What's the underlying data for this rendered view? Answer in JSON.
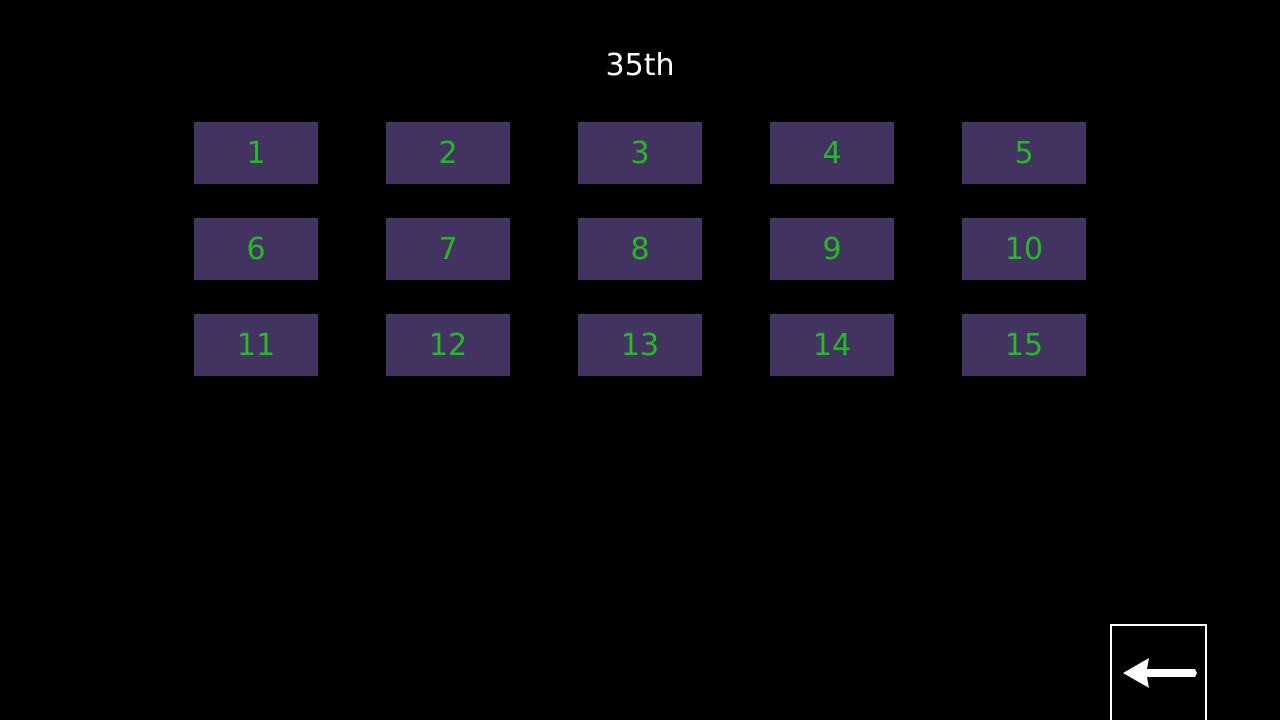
{
  "title": "35th",
  "levels": [
    "1",
    "2",
    "3",
    "4",
    "5",
    "6",
    "7",
    "8",
    "9",
    "10",
    "11",
    "12",
    "13",
    "14",
    "15"
  ],
  "back_button": {
    "icon": "left-arrow-icon"
  },
  "colors": {
    "background": "#000000",
    "button_fill": "#433360",
    "button_text": "#22bb22",
    "title_text": "#ffffff",
    "back_border": "#ffffff"
  }
}
